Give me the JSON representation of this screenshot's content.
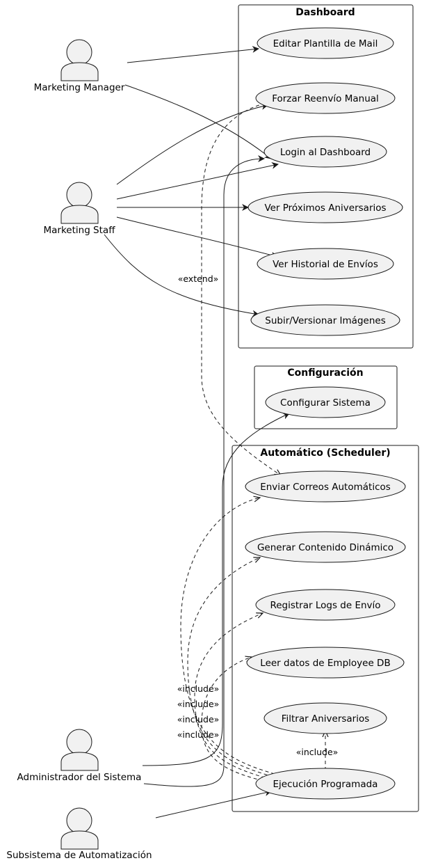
{
  "packages": {
    "dashboard": "Dashboard",
    "configuracion": "Configuración",
    "automatico": "Automático (Scheduler)"
  },
  "actors": {
    "marketing_manager": "Marketing Manager",
    "marketing_staff": "Marketing Staff",
    "admin": "Administrador del Sistema",
    "subsistema": "Subsistema de Automatización"
  },
  "use_cases": {
    "editar_plantilla": "Editar Plantilla de Mail",
    "forzar_reenvio": "Forzar Reenvío Manual",
    "login": "Login al Dashboard",
    "ver_aniversarios": "Ver Próximos Aniversarios",
    "ver_historial": "Ver Historial de Envíos",
    "subir_imagenes": "Subir/Versionar Imágenes",
    "configurar": "Configurar Sistema",
    "enviar_correos": "Enviar Correos Automáticos",
    "generar_contenido": "Generar Contenido Dinámico",
    "registrar_logs": "Registrar Logs de Envío",
    "leer_datos": "Leer datos de Employee DB",
    "filtrar": "Filtrar Aniversarios",
    "ejecucion": "Ejecución Programada"
  },
  "stereotypes": {
    "extend": "«extend»",
    "include_1": "«include»",
    "include_2": "«include»",
    "include_3": "«include»",
    "include_4": "«include»",
    "include_5": "«include»"
  }
}
